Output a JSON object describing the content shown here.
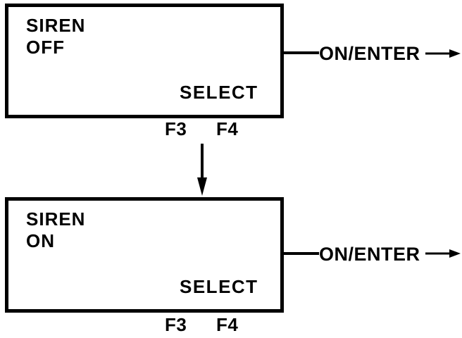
{
  "colors": {
    "ink": "#000000",
    "paper": "#ffffff"
  },
  "screens": [
    {
      "line1": "SIREN",
      "line2": "OFF",
      "softkey": "SELECT",
      "fkeys": [
        "F3",
        "F4"
      ],
      "action_label": "ON/ENTER"
    },
    {
      "line1": "SIREN",
      "line2": "ON",
      "softkey": "SELECT",
      "fkeys": [
        "F3",
        "F4"
      ],
      "action_label": "ON/ENTER"
    }
  ],
  "icons": {
    "right_arrow": "→",
    "down_arrow": "↓"
  }
}
